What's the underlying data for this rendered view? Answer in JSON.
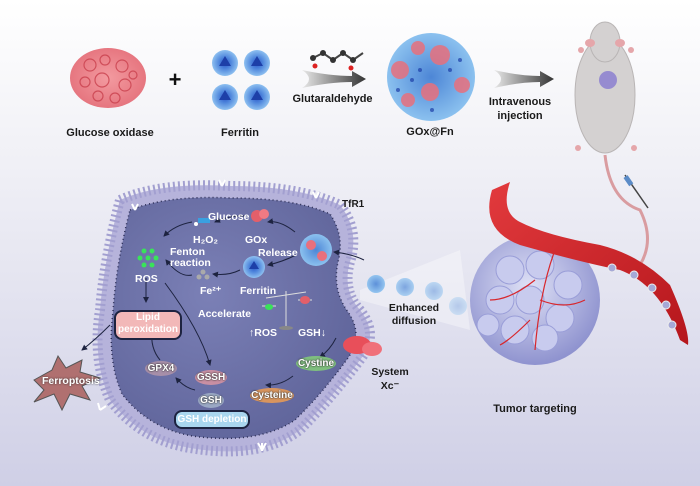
{
  "top_row": {
    "glucose_oxidase": "Glucose oxidase",
    "plus": "+",
    "ferritin": "Ferritin",
    "glutaraldehyde": "Glutaraldehyde",
    "gox_fn": "GOx@Fn",
    "intravenous": "Intravenous",
    "injection": "injection"
  },
  "cell": {
    "tfr1": "TfR1",
    "glucose": "Glucose",
    "h2o2": "H₂O₂",
    "gox": "GOx",
    "release": "Release",
    "fenton": "Fenton",
    "reaction": "reaction",
    "ros": "ROS",
    "fe2": "Fe²⁺",
    "ferritin": "Ferritin",
    "accelerate": "Accelerate",
    "ros_up": "ROS",
    "gsh_down": "GSH",
    "lipid": "Lipid",
    "peroxidation": "peroxidation",
    "gpx4": "GPX4",
    "gssh": "GSSH",
    "gsh": "GSH",
    "cystine": "Cystine",
    "cysteine": "Cysteine",
    "gsh_depletion": "GSH depletion",
    "ferroptosis": "Ferroptosis",
    "system": "System",
    "xc": "Xc⁻"
  },
  "right": {
    "enhanced": "Enhanced",
    "diffusion": "diffusion",
    "tumor_targeting": "Tumor targeting"
  },
  "colors": {
    "cell_fill": "#6e72a6",
    "membrane": "#b6b3db",
    "lipid_box": "#f2b8b8",
    "gsh_box": "#a9d6ee",
    "ferroptosis": "#b07070",
    "vessel": "#d8262b",
    "tumor": "#b9bde6"
  }
}
